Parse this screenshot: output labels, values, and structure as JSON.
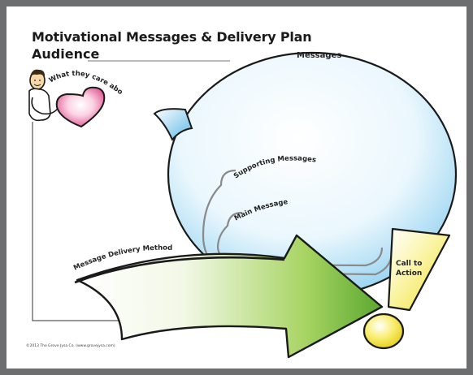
{
  "title": "Motivational Messages & Delivery Plan",
  "audience_label": "Audience",
  "labels": {
    "what_they_care_about": "What they care about",
    "messages": "Messages",
    "supporting_messages": "Supporting Messages",
    "main_message": "Main Message",
    "message_delivery_method": "Message Delivery Method",
    "call_to_action": "Call to Action"
  },
  "copyright": "©2013 The Grove Jysa Co. (www.grovejysa.com)",
  "colors": {
    "frame": "#6d6e70",
    "bubble_fill": "#e8f6fd",
    "bubble_edge": "#7fc6ec",
    "heart": "#e0609a",
    "arrow_green": "#8cc63f",
    "exclamation": "#f7ec5c"
  }
}
